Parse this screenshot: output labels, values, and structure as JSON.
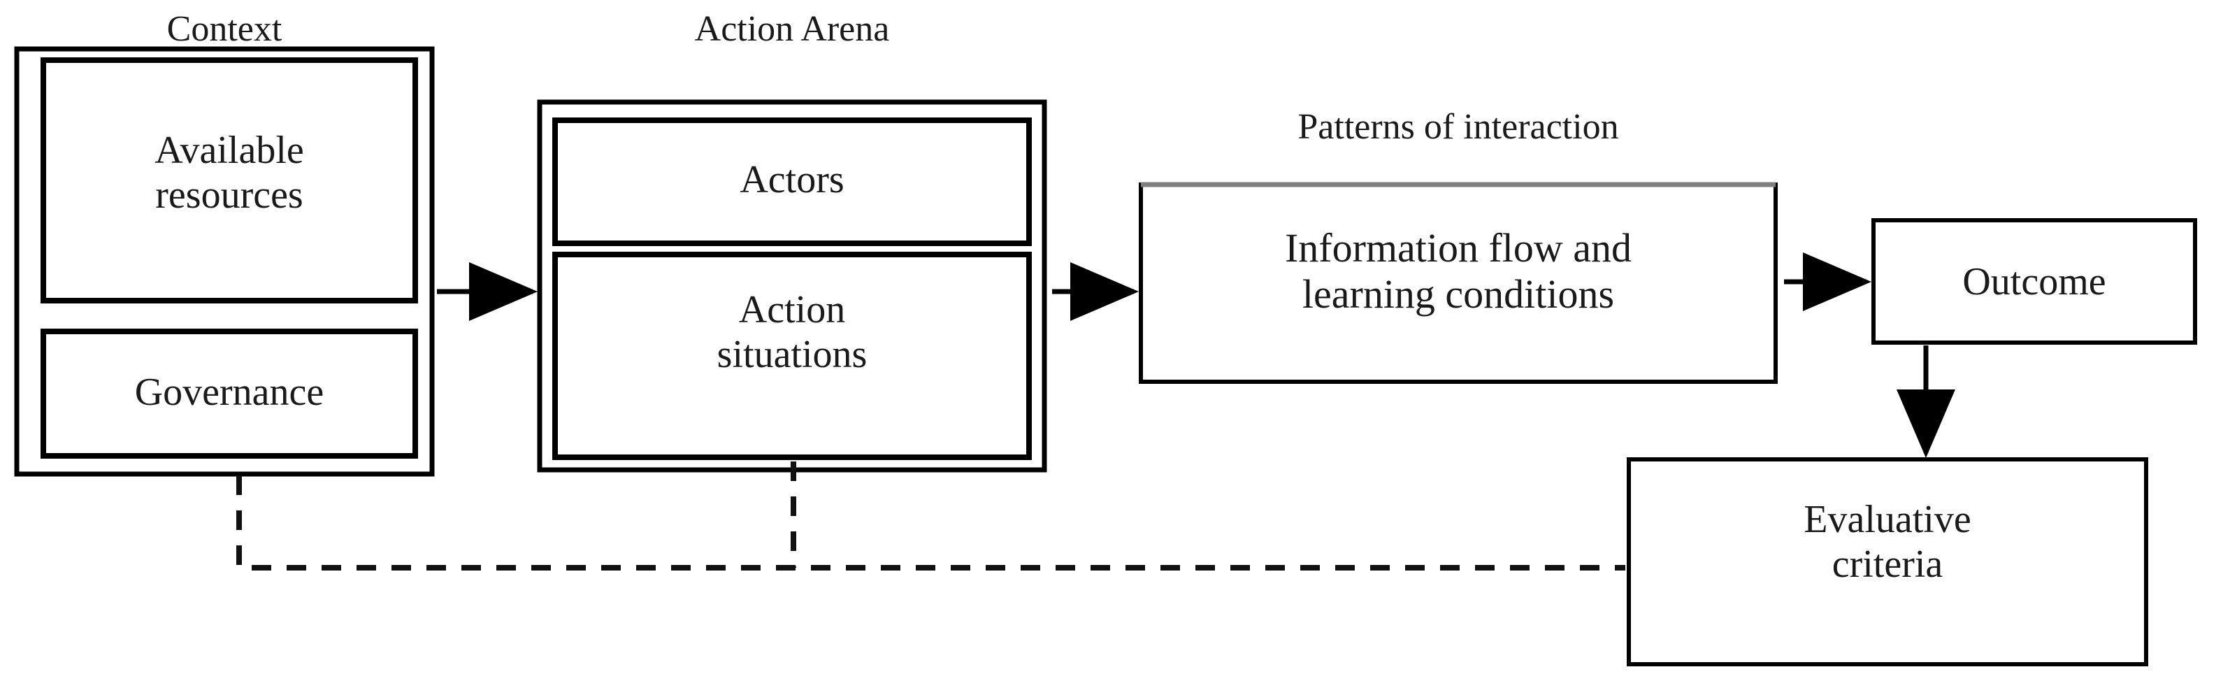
{
  "diagram": {
    "title_context": "Context",
    "title_action_arena": "Action Arena",
    "title_patterns": "Patterns of interaction",
    "boxes": {
      "available_resources": "Available\nresources",
      "governance": "Governance",
      "actors": "Actors",
      "action_situations": "Action\nsituations",
      "information_flow": "Information flow and\nlearning conditions",
      "outcome": "Outcome",
      "evaluative_criteria": "Evaluative\ncriteria"
    },
    "connectors": {
      "context_to_arena": "solid-arrow-right",
      "arena_to_patterns": "solid-arrow-right",
      "patterns_to_outcome": "solid-arrow-right",
      "outcome_to_evaluative": "solid-arrow-down",
      "feedback_governance": "dashed-line",
      "feedback_action_situations": "dashed-line"
    },
    "colors": {
      "stroke": "#000000",
      "stroke_soft": "#7f7f7f",
      "text": "#1a1a1a",
      "background": "#ffffff"
    }
  }
}
